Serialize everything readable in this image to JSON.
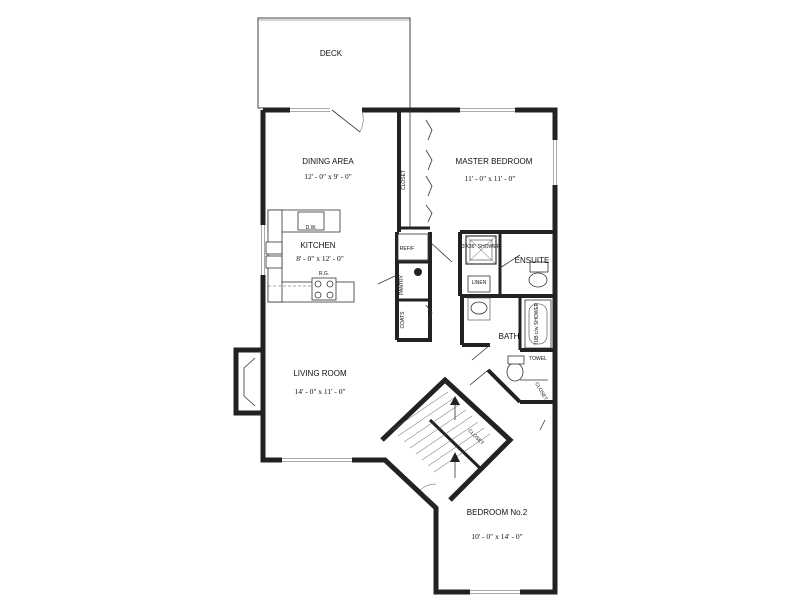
{
  "rooms": {
    "deck": {
      "name": "DECK"
    },
    "dining": {
      "name": "DINING AREA",
      "size": "12' - 0\" x 9' - 0\""
    },
    "master": {
      "name": "MASTER BEDROOM",
      "size": "11' - 0\" x 11' - 0\""
    },
    "kitchen": {
      "name": "KITCHEN",
      "size": "8' - 0\" x 12' - 0\""
    },
    "living": {
      "name": "LIVING ROOM",
      "size": "14' - 0\" x 11' - 0\""
    },
    "bedroom2": {
      "name": "BEDROOM No.2",
      "size": "10' - 0\" x 14' - 0\""
    },
    "ensuite": {
      "name": "ENSUITE"
    },
    "bath": {
      "name": "BATH"
    }
  },
  "labels": {
    "dw": "D.W.",
    "rg": "R.G.",
    "refr": "REF/F",
    "pantry": "PANTRY",
    "coats": "COATS",
    "closet": "CLOSET",
    "closet_hall": "CLOSET",
    "closet_bed": "CLOSET",
    "linen": "LINEN",
    "shower": "3'X36\" SHOWER",
    "tub": "TUB c/w SHOWER",
    "towel": "TOWEL"
  }
}
